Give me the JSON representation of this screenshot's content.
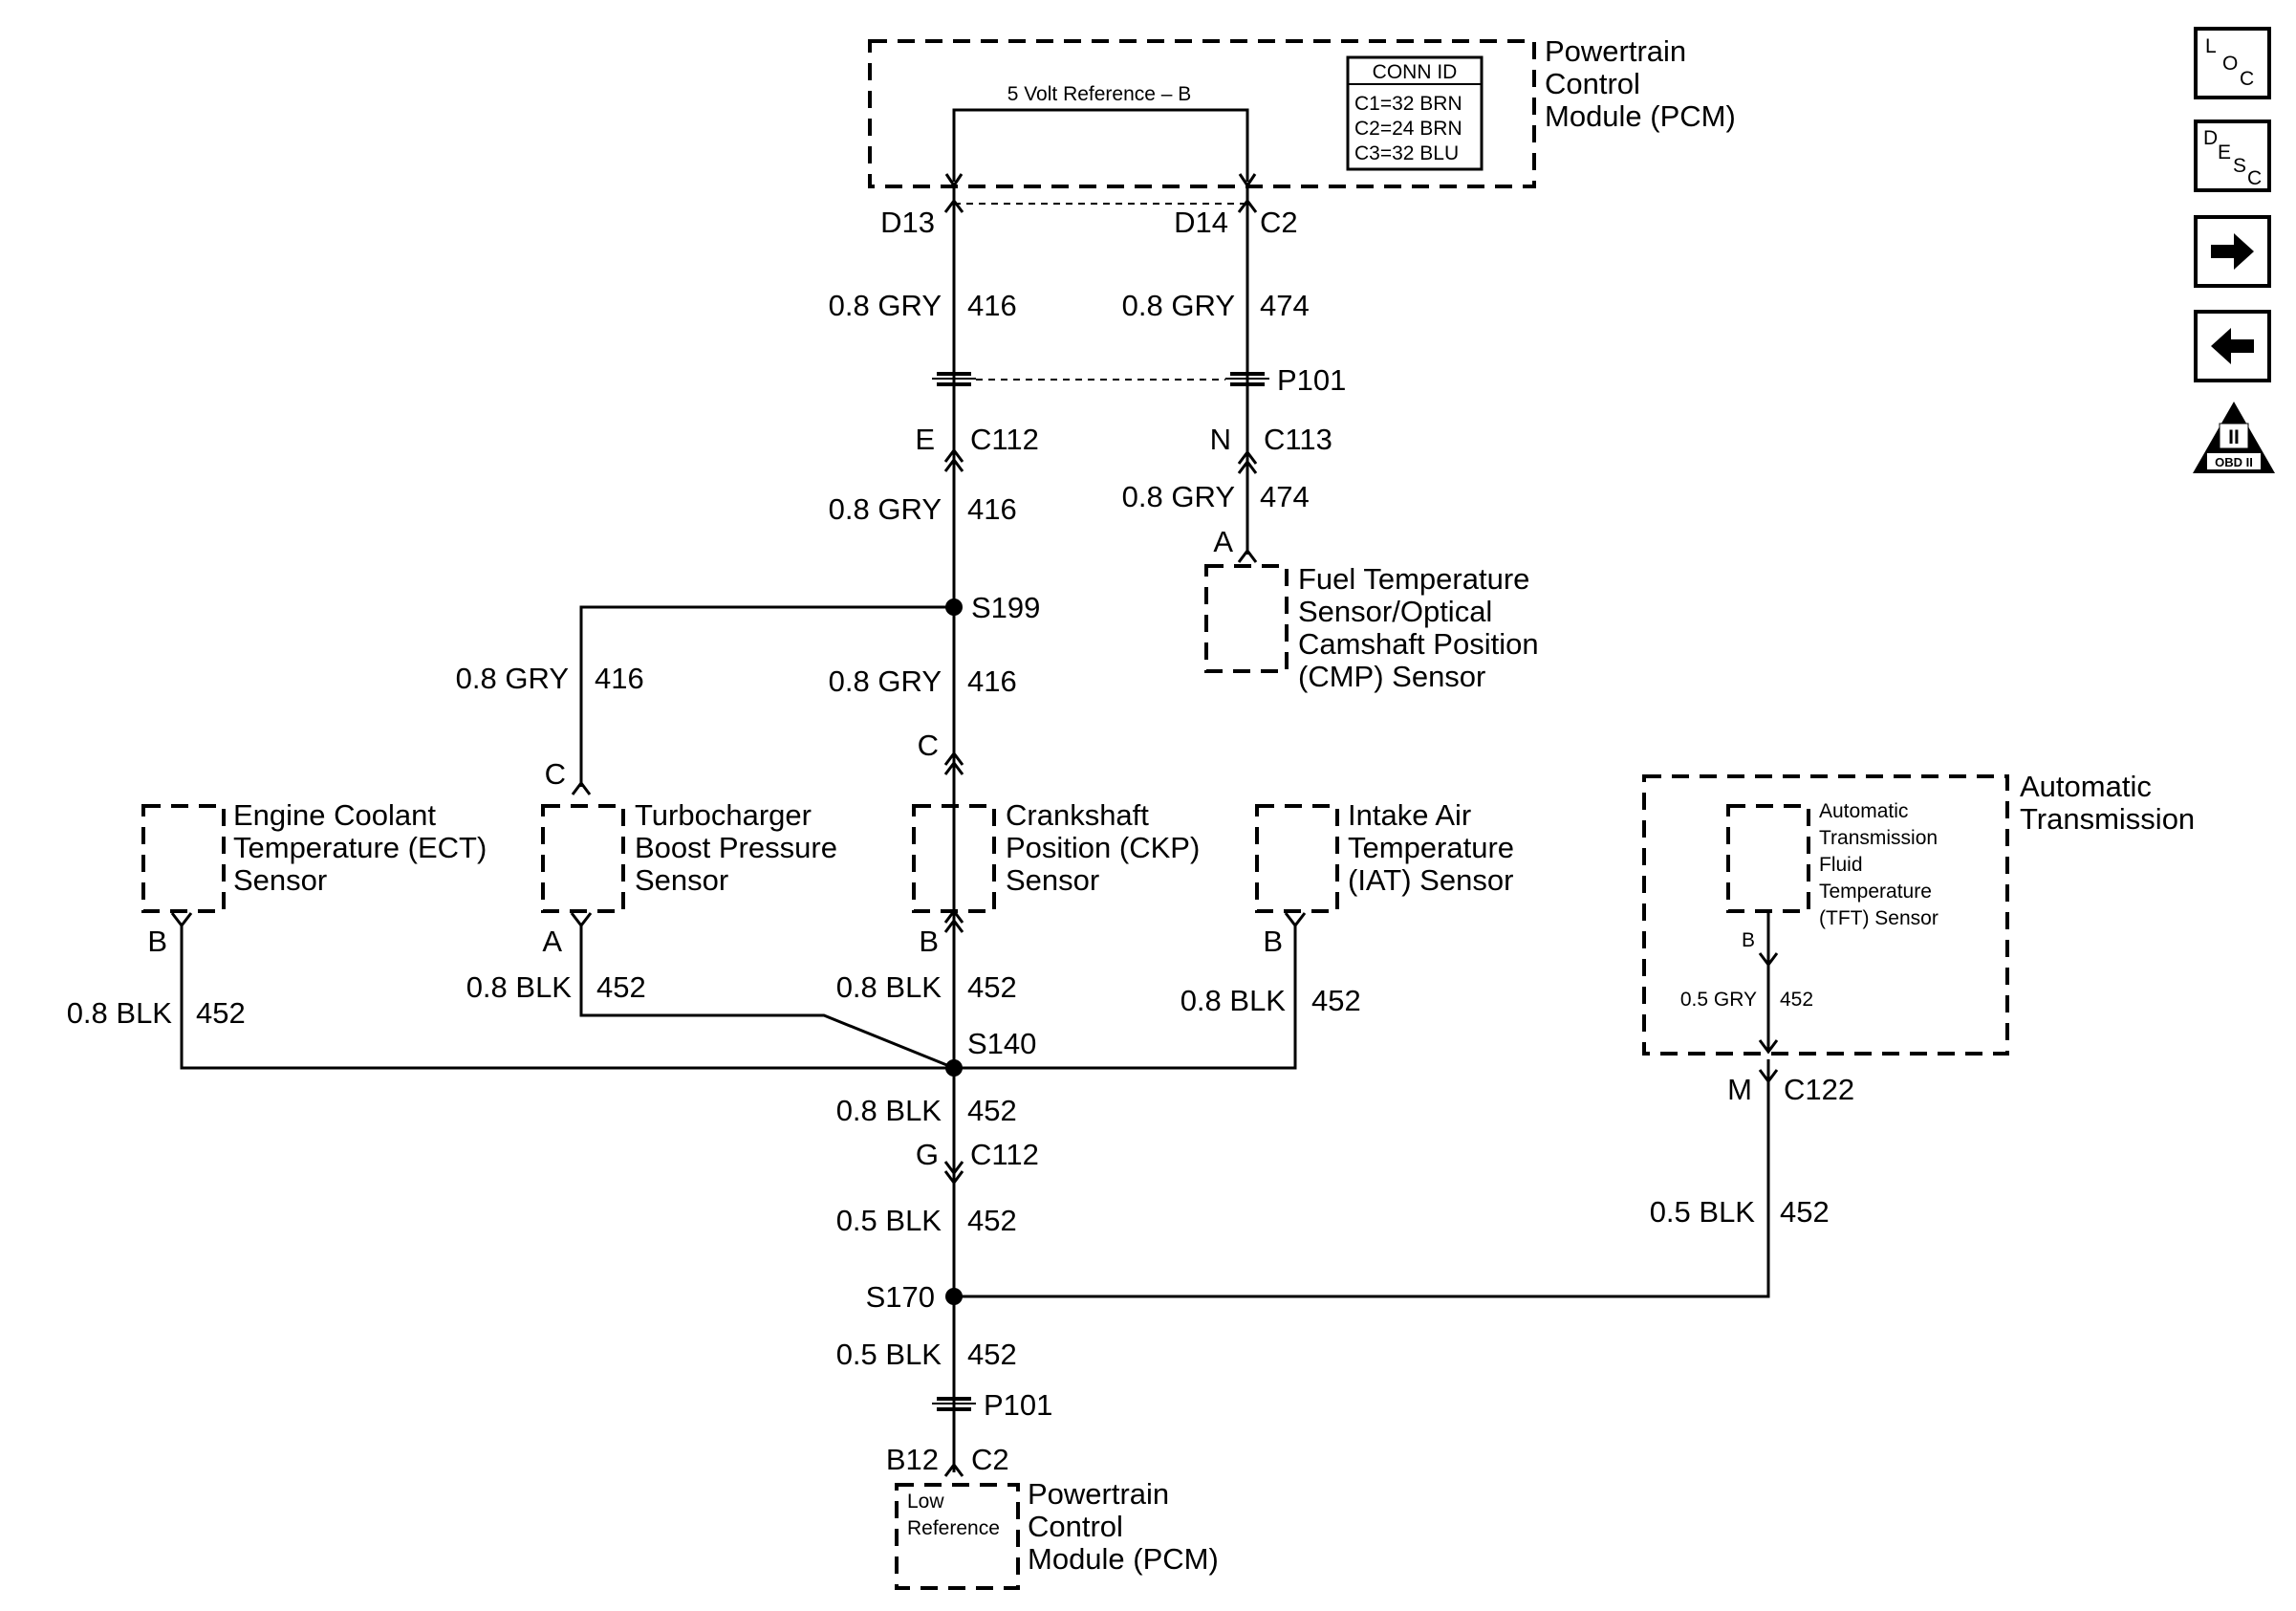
{
  "pcm_top": {
    "name_lines": [
      "Powertrain",
      "Control",
      "Module (PCM)"
    ],
    "conn_id_title": "CONN ID",
    "conn_ids": [
      "C1=32 BRN",
      "C2=24 BRN",
      "C3=32 BLU"
    ],
    "ref_label": "5 Volt Reference – B",
    "pin_left": "D13",
    "pin_right": "D14",
    "pin_right_conn": "C2"
  },
  "wires": {
    "gry416_a": {
      "gauge": "0.8 GRY",
      "circuit": "416"
    },
    "gry474_a": {
      "gauge": "0.8 GRY",
      "circuit": "474"
    },
    "p101_top": "P101",
    "c112_top": {
      "pin": "E",
      "conn": "C112"
    },
    "c113": {
      "pin": "N",
      "conn": "C113"
    },
    "gry416_b": {
      "gauge": "0.8 GRY",
      "circuit": "416"
    },
    "gry474_b": {
      "gauge": "0.8 GRY",
      "circuit": "474"
    },
    "splice_s199": "S199",
    "gry416_c": {
      "gauge": "0.8 GRY",
      "circuit": "416"
    },
    "gry416_d": {
      "gauge": "0.8 GRY",
      "circuit": "416"
    },
    "blk452_ect": {
      "gauge": "0.8 BLK",
      "circuit": "452"
    },
    "blk452_boost": {
      "gauge": "0.8 BLK",
      "circuit": "452"
    },
    "blk452_ckp": {
      "gauge": "0.8 BLK",
      "circuit": "452"
    },
    "blk452_iat": {
      "gauge": "0.8 BLK",
      "circuit": "452"
    },
    "splice_s140": "S140",
    "blk452_main_a": {
      "gauge": "0.8 BLK",
      "circuit": "452"
    },
    "c112_bottom": {
      "pin": "G",
      "conn": "C112"
    },
    "blk452_main_b": {
      "gauge": "0.5 BLK",
      "circuit": "452"
    },
    "splice_s170": "S170",
    "blk452_main_c": {
      "gauge": "0.5 BLK",
      "circuit": "452"
    },
    "p101_bottom": "P101",
    "blk452_trans": {
      "gauge": "0.5 BLK",
      "circuit": "452"
    },
    "c122": {
      "pin": "M",
      "conn": "C122"
    },
    "gry452_tft": {
      "gauge": "0.5 GRY",
      "circuit": "452"
    }
  },
  "sensors": {
    "fuel_temp": {
      "pin": "A",
      "lines": [
        "Fuel Temperature",
        "Sensor/Optical",
        "Camshaft Position",
        "(CMP) Sensor"
      ]
    },
    "ect": {
      "pin": "B",
      "lines": [
        "Engine Coolant",
        "Temperature (ECT)",
        "Sensor"
      ]
    },
    "boost": {
      "pin_top": "C",
      "pin": "A",
      "lines": [
        "Turbocharger",
        "Boost Pressure",
        "Sensor"
      ]
    },
    "ckp": {
      "pin_top": "C",
      "pin": "B",
      "lines": [
        "Crankshaft",
        "Position (CKP)",
        "Sensor"
      ]
    },
    "iat": {
      "pin": "B",
      "lines": [
        "Intake Air",
        "Temperature",
        "(IAT) Sensor"
      ]
    },
    "tft": {
      "pin": "B",
      "lines": [
        "Automatic",
        "Transmission",
        "Fluid",
        "Temperature",
        "(TFT) Sensor"
      ]
    }
  },
  "trans_module": {
    "lines": [
      "Automatic",
      "Transmission"
    ]
  },
  "pcm_bottom": {
    "name_lines": [
      "Powertrain",
      "Control",
      "Module (PCM)"
    ],
    "inner_lines": [
      "Low",
      "Reference"
    ],
    "pin": "B12",
    "pin_conn": "C2"
  },
  "nav_icons": {
    "loc": [
      "L",
      "O",
      "C"
    ],
    "desc": [
      "D",
      "E",
      "S",
      "C"
    ],
    "obd": "OBD II",
    "obd_numeral": "II"
  }
}
